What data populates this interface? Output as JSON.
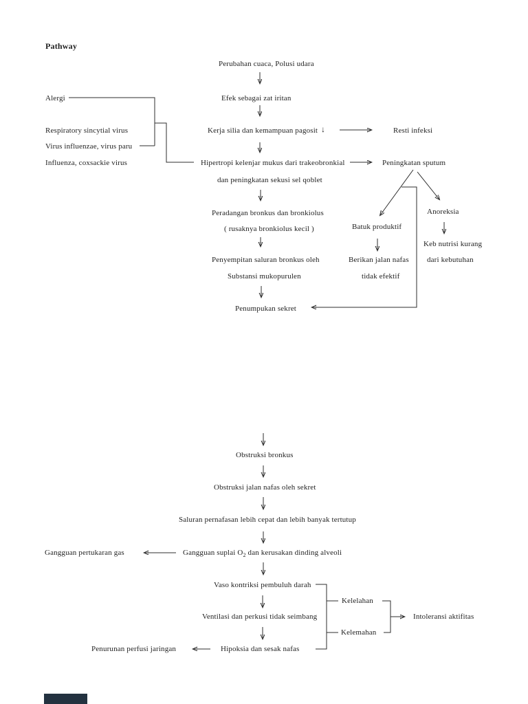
{
  "colors": {
    "text": "#1f1f1f",
    "line": "#2e2e2e",
    "page_bg": "#ffffff",
    "footer_bar": "#233240"
  },
  "title": "Pathway",
  "nodes": {
    "perubahan_cuaca": "Perubahan cuaca, Polusi udara",
    "efek_iritan": "Efek sebagai zat iritan",
    "kerja_silia": "Kerja silia dan kemampuan pagosit",
    "kerja_silia_down_glyph": "↓",
    "resti_infeksi": "Resti infeksi",
    "hipertropi_line1": "Hipertropi kelenjar mukus dari trakeobronkial",
    "hipertropi_line2": "dan peningkatan sekusi sel qoblet",
    "peningkatan_sputum": "Peningkatan sputum",
    "alergi": "Alergi",
    "respiratory_virus": "Respiratory sincytial virus",
    "virus_influenzae": "Virus influenzae, virus paru",
    "influenza_coxsackie": "Influenza, coxsackie virus",
    "peradangan_line1": "Peradangan bronkus dan bronkiolus",
    "peradangan_line2": "( rusaknya bronkiolus kecil )",
    "penyempitan_line1": "Penyempitan saluran bronkus oleh",
    "penyempitan_line2": "Substansi mukopurulen",
    "penumpukan_sekret": "Penumpukan sekret",
    "batuk_produktif": "Batuk produktif",
    "berikan_line1": "Berikan jalan nafas",
    "berikan_line2": "tidak efektif",
    "anoreksia": "Anoreksia",
    "keb_line1": "Keb nutrisi kurang",
    "keb_line2": "dari kebutuhan",
    "obstruksi_bronkus": "Obstruksi bronkus",
    "obstruksi_jalan_nafas": "Obstruksi jalan nafas oleh sekret",
    "saluran_pernafasan": "Saluran pernafasan lebih cepat dan lebih banyak tertutup",
    "gangguan_suplai_pre": "Gangguan suplai O",
    "gangguan_suplai_sub": "2",
    "gangguan_suplai_post": " dan kerusakan dinding alveoli",
    "gangguan_pertukaran_gas": "Gangguan pertukaran gas",
    "vaso_kontriksi": "Vaso kontriksi pembuluh darah",
    "ventilasi": "Ventilasi dan perkusi tidak seimbang",
    "hipoksia": "Hipoksia dan sesak nafas",
    "penurunan_perfusi": "Penurunan perfusi jaringan",
    "kelelahan": "Kelelahan",
    "kelemahan": "Kelemahan",
    "intoleransi": "Intoleransi aktifitas"
  }
}
